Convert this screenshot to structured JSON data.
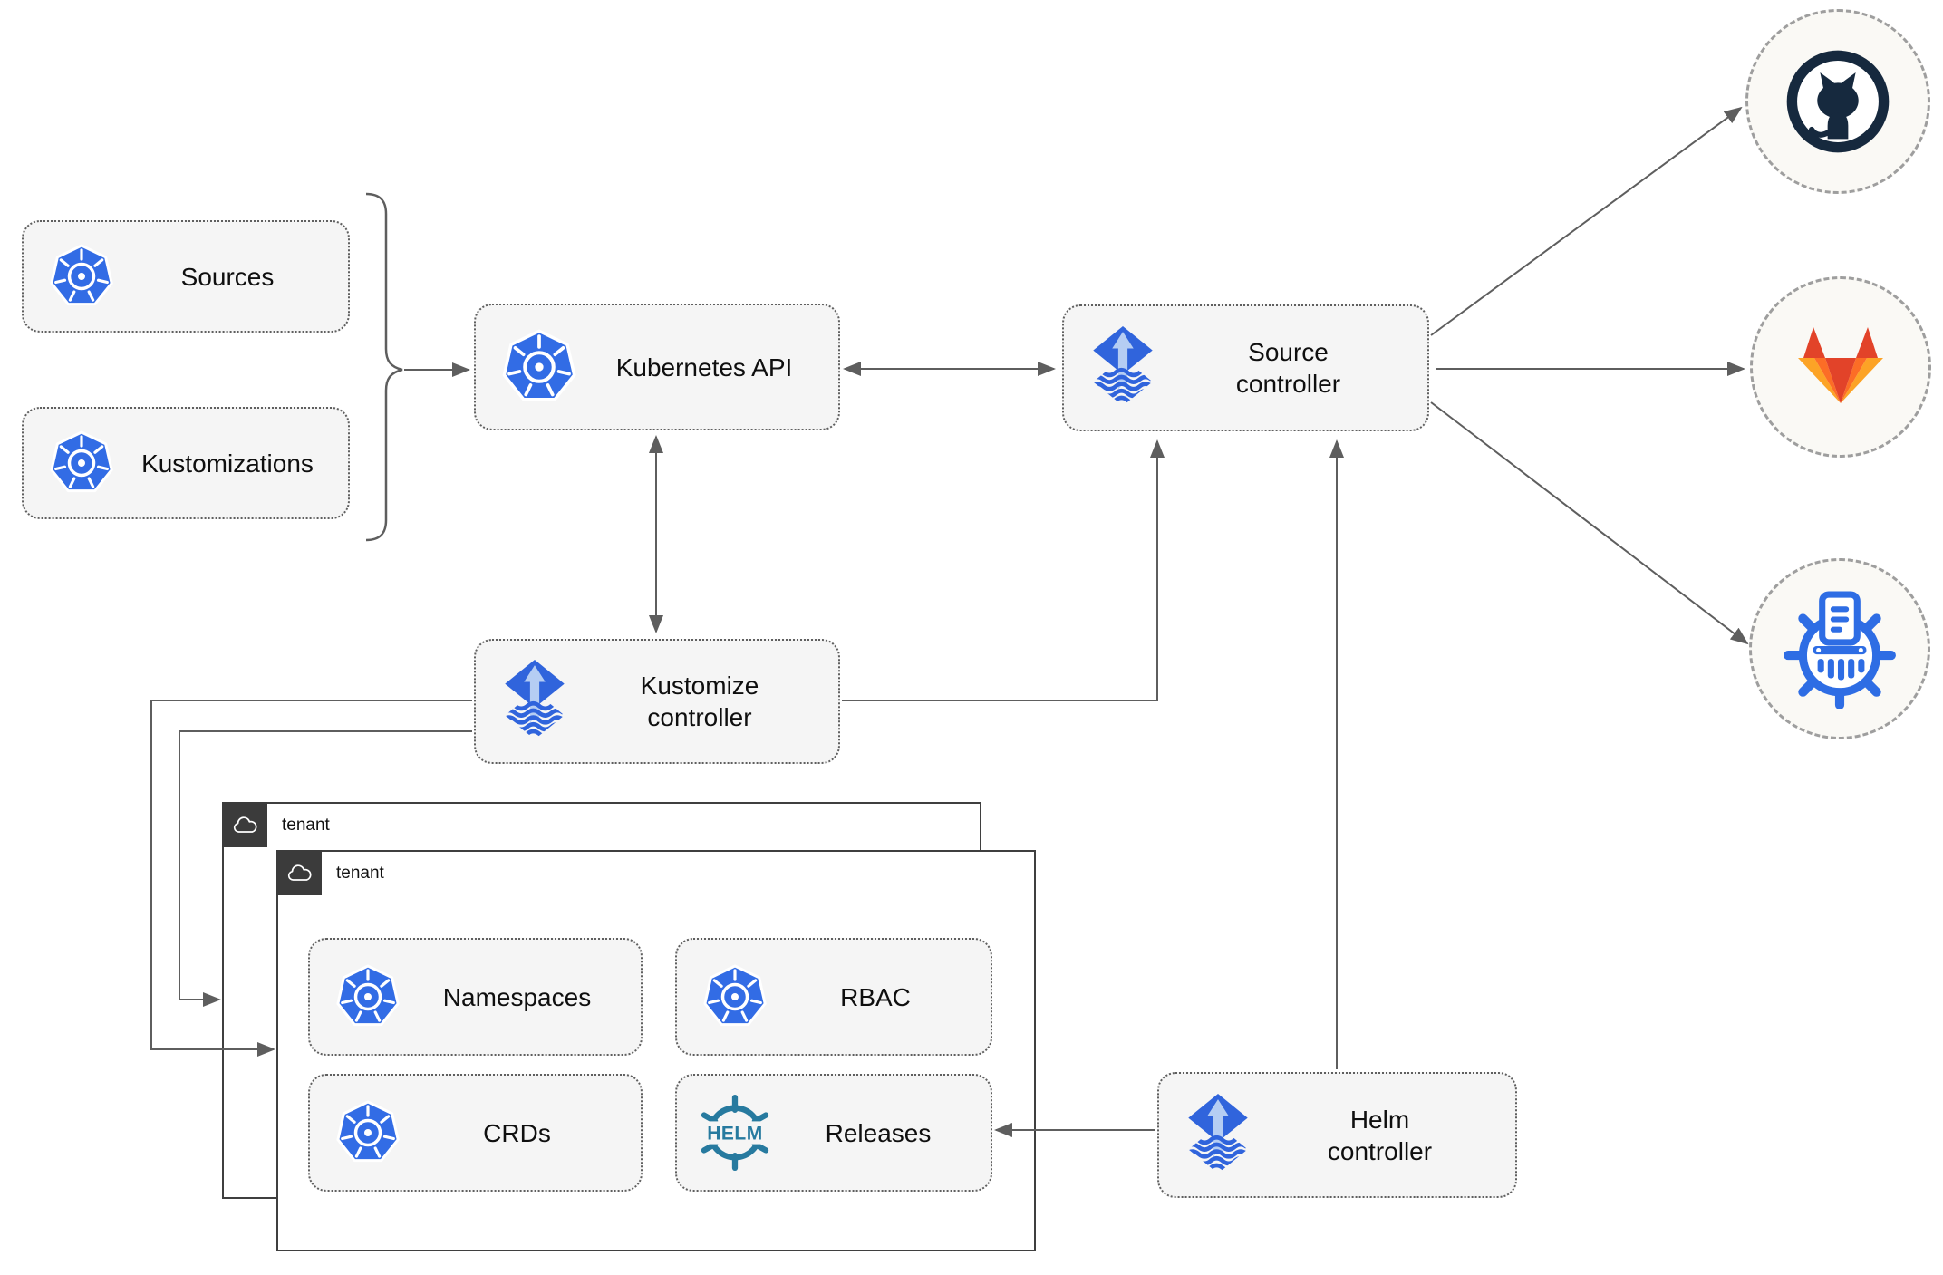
{
  "nodes": {
    "sources": {
      "label": "Sources",
      "icon": "kubernetes-icon"
    },
    "kustomizations": {
      "label": "Kustomizations",
      "icon": "kubernetes-icon"
    },
    "kubernetes_api": {
      "label": "Kubernetes API",
      "icon": "kubernetes-icon"
    },
    "source_controller": {
      "label": "Source controller",
      "icon": "flux-icon"
    },
    "kustomize_controller": {
      "label": "Kustomize controller",
      "icon": "flux-icon"
    },
    "helm_controller": {
      "label": "Helm controller",
      "icon": "flux-icon"
    },
    "namespaces": {
      "label": "Namespaces",
      "icon": "kubernetes-icon"
    },
    "rbac": {
      "label": "RBAC",
      "icon": "kubernetes-icon"
    },
    "crds": {
      "label": "CRDs",
      "icon": "kubernetes-icon"
    },
    "releases": {
      "label": "Releases",
      "icon": "helm-icon",
      "icon_text": "HELM"
    }
  },
  "groups": {
    "tenant_back": {
      "label": "tenant",
      "icon": "cloud-icon"
    },
    "tenant_front": {
      "label": "tenant",
      "icon": "cloud-icon"
    }
  },
  "endpoints": {
    "github": {
      "icon": "github-icon"
    },
    "gitlab": {
      "icon": "gitlab-icon"
    },
    "helm_repository": {
      "icon": "chart-repository-icon"
    }
  },
  "colors": {
    "kubernetes_blue": "#326CE5",
    "flux_blue": "#3064DC",
    "flux_light_blue": "#B5CDF3",
    "helm_teal": "#277A9F",
    "github_navy": "#16293E",
    "gitlab_dark_orange": "#E24329",
    "gitlab_orange": "#FC6D26",
    "gitlab_light_orange": "#FCA326",
    "chart_repo_blue": "#2E6DE4",
    "node_fill": "#F5F5F5",
    "node_border": "#5F5F5F",
    "connector_gray": "#5E5E5E",
    "tenant_tab_gray": "#3B3B3B",
    "circle_fill": "#FAF9F5"
  }
}
